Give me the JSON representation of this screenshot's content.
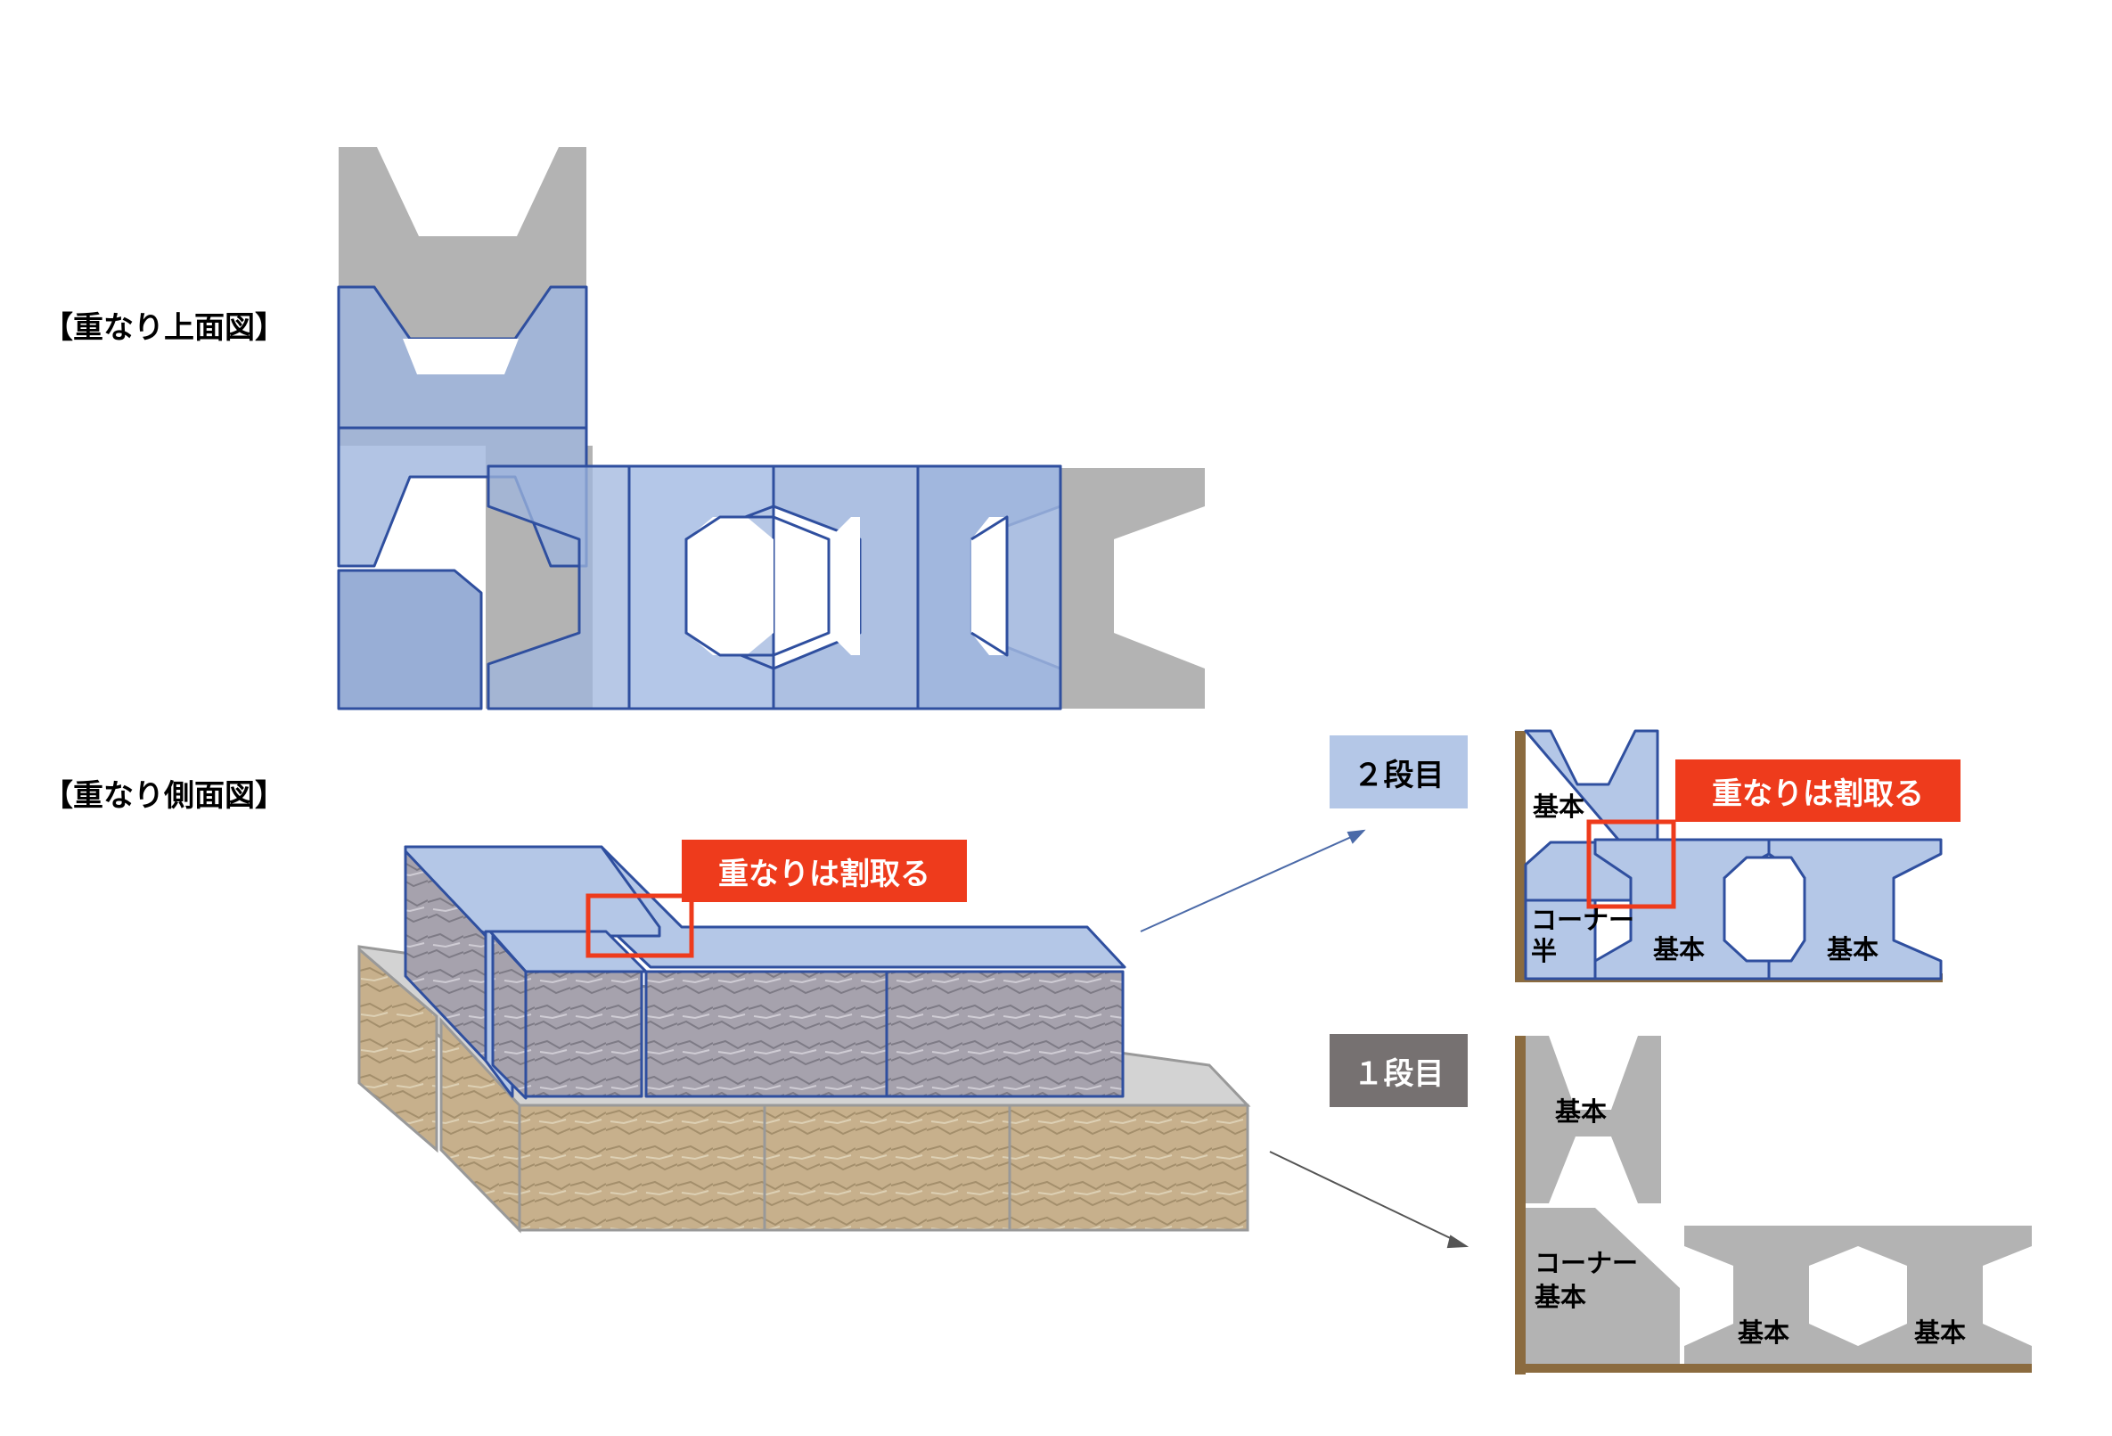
{
  "headings": {
    "top_view": "【重なり上面図】",
    "side_view": "【重なり側面図】"
  },
  "callouts": {
    "overlap_cut_main": "重なりは割取る",
    "overlap_cut_detail": "重なりは割取る"
  },
  "tiers": {
    "second": "２段目",
    "first": "１段目"
  },
  "second_tier_labels": {
    "top_block": "基本",
    "corner_half_line1": "コーナー",
    "corner_half_line2": "半",
    "basic_1": "基本",
    "basic_2": "基本"
  },
  "first_tier_labels": {
    "top_block": "基本",
    "corner_line1": "コーナー",
    "corner_line2": "基本",
    "basic_1": "基本",
    "basic_2": "基本"
  },
  "colors": {
    "gray_block": "#b3b3b3",
    "blue_block": "#b4c7e7",
    "blue_outline": "#2f4f9f",
    "callout_red": "#ee3b1c",
    "tier2_bg": "#b4c7e7",
    "tier1_bg": "#767171",
    "sand_texture": "#c7b08c",
    "stone_texture": "#a6a2ad"
  }
}
